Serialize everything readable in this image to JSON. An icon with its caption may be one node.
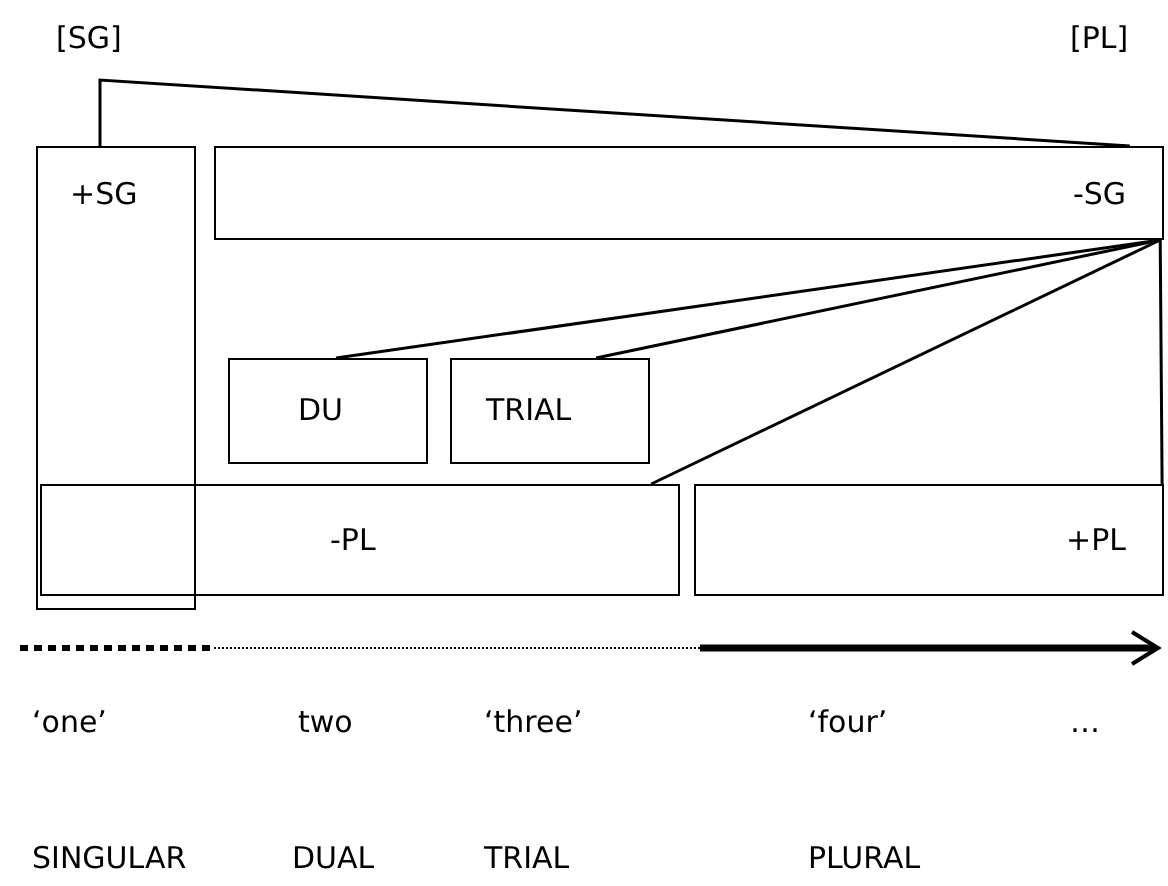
{
  "diagram": {
    "nodes": [
      {
        "text": [
          "+SG"
        ]
      },
      {
        "text": [
          "-SG"
        ]
      },
      {
        "text": [
          "DU"
        ]
      },
      {
        "text": [
          "TRIAL"
        ]
      },
      {
        "text": [
          "-PL"
        ]
      },
      {
        "text": [
          "+PL"
        ]
      }
    ],
    "edges": [
      {
        "from": 0,
        "to": 1,
        "arrow": "none"
      },
      {
        "from": 1,
        "to": 2,
        "arrow": "none"
      },
      {
        "from": 1,
        "to": 3,
        "arrow": "none"
      },
      {
        "from": 1,
        "to": 4,
        "arrow": "none"
      },
      {
        "from": 1,
        "to": 5,
        "arrow": "none"
      }
    ],
    "labels": [
      "[SG]",
      "[PL]",
      "‘one’",
      "two",
      "‘three’",
      "‘four’",
      "…",
      "SINGULAR",
      "DUAL",
      "TRIAL",
      "PLURAL"
    ]
  }
}
